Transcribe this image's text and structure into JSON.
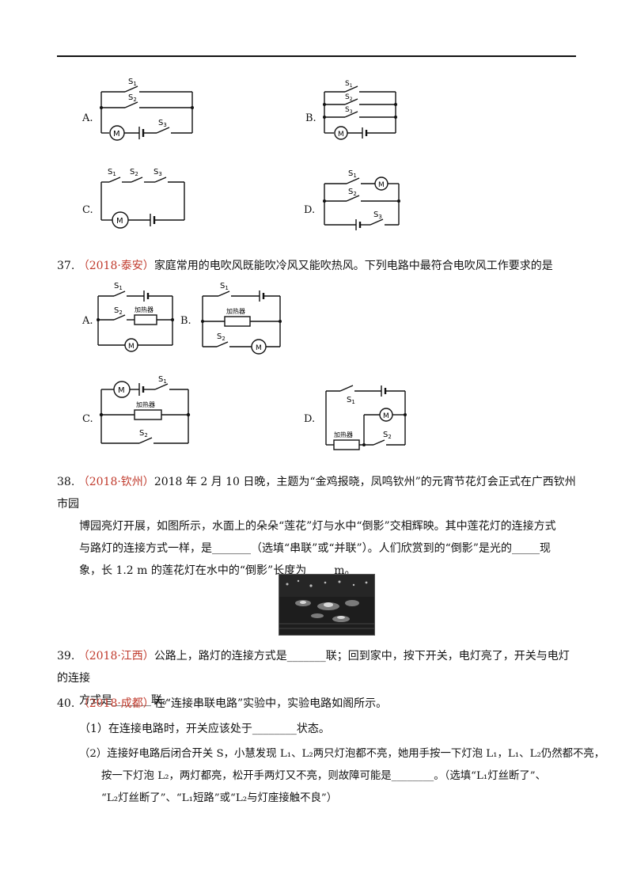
{
  "q36": {
    "options": [
      "A.",
      "B.",
      "C.",
      "D."
    ],
    "switch_labels": {
      "s1": "S",
      "s2": "S",
      "s3": "S",
      "sub1": "1",
      "sub2": "2",
      "sub3": "3"
    },
    "motor": "M"
  },
  "q37": {
    "number": "37.",
    "source": "（2018·泰安）",
    "text": "家庭常用的电吹风既能吹冷风又能吹热风。下列电路中最符合电吹风工作要求的是",
    "options": [
      "A.",
      "B.",
      "C.",
      "D."
    ],
    "heater": "加热器",
    "motor": "M"
  },
  "q38": {
    "number": "38.",
    "source": "（2018·钦州）",
    "line1": "2018 年 2 月 10 日晚，主题为“金鸡报晓，凤鸣钦州”的元宵节花灯会正式在广西钦州市园",
    "line2": "博园亮灯开展，如图所示，水面上的朵朵“莲花”灯与水中“倒影”交相辉映。其中莲花灯的连接方式",
    "line3": "与路灯的连接方式一样，是_______（选填“串联”或“并联”）。人们欣赏到的“倒影”是光的_____现",
    "line4": "象，长 1.2 m 的莲花灯在水中的“倒影”长度为_____m。"
  },
  "q39": {
    "number": "39.",
    "source": "（2018·江西）",
    "line1": "公路上，路灯的连接方式是_______联；回到家中，按下开关，电灯亮了，开关与电灯的连接",
    "line2": "方式是_______联。"
  },
  "q40": {
    "number": "40.",
    "source": "（2018·成都）",
    "text": "在“连接串联电路”实验中，实验电路如阁所示。",
    "sub1": "（1）在连接电路时，开关应该处于________状态。",
    "sub2_line1": "（2）连接好电路后闭合开关 S，小慧发现 L₁、L₂两只灯泡都不亮，她用手按一下灯泡 L₁，L₁、L₂仍然都不亮，",
    "sub2_line2": "按一下灯泡 L₂，两灯都亮，松开手两灯又不亮，则故障可能是________。（选填“L₁灯丝断了”、",
    "sub2_line3": "“L₂灯丝断了”、“L₁短路”或“L₂与灯座接触不良”）"
  }
}
